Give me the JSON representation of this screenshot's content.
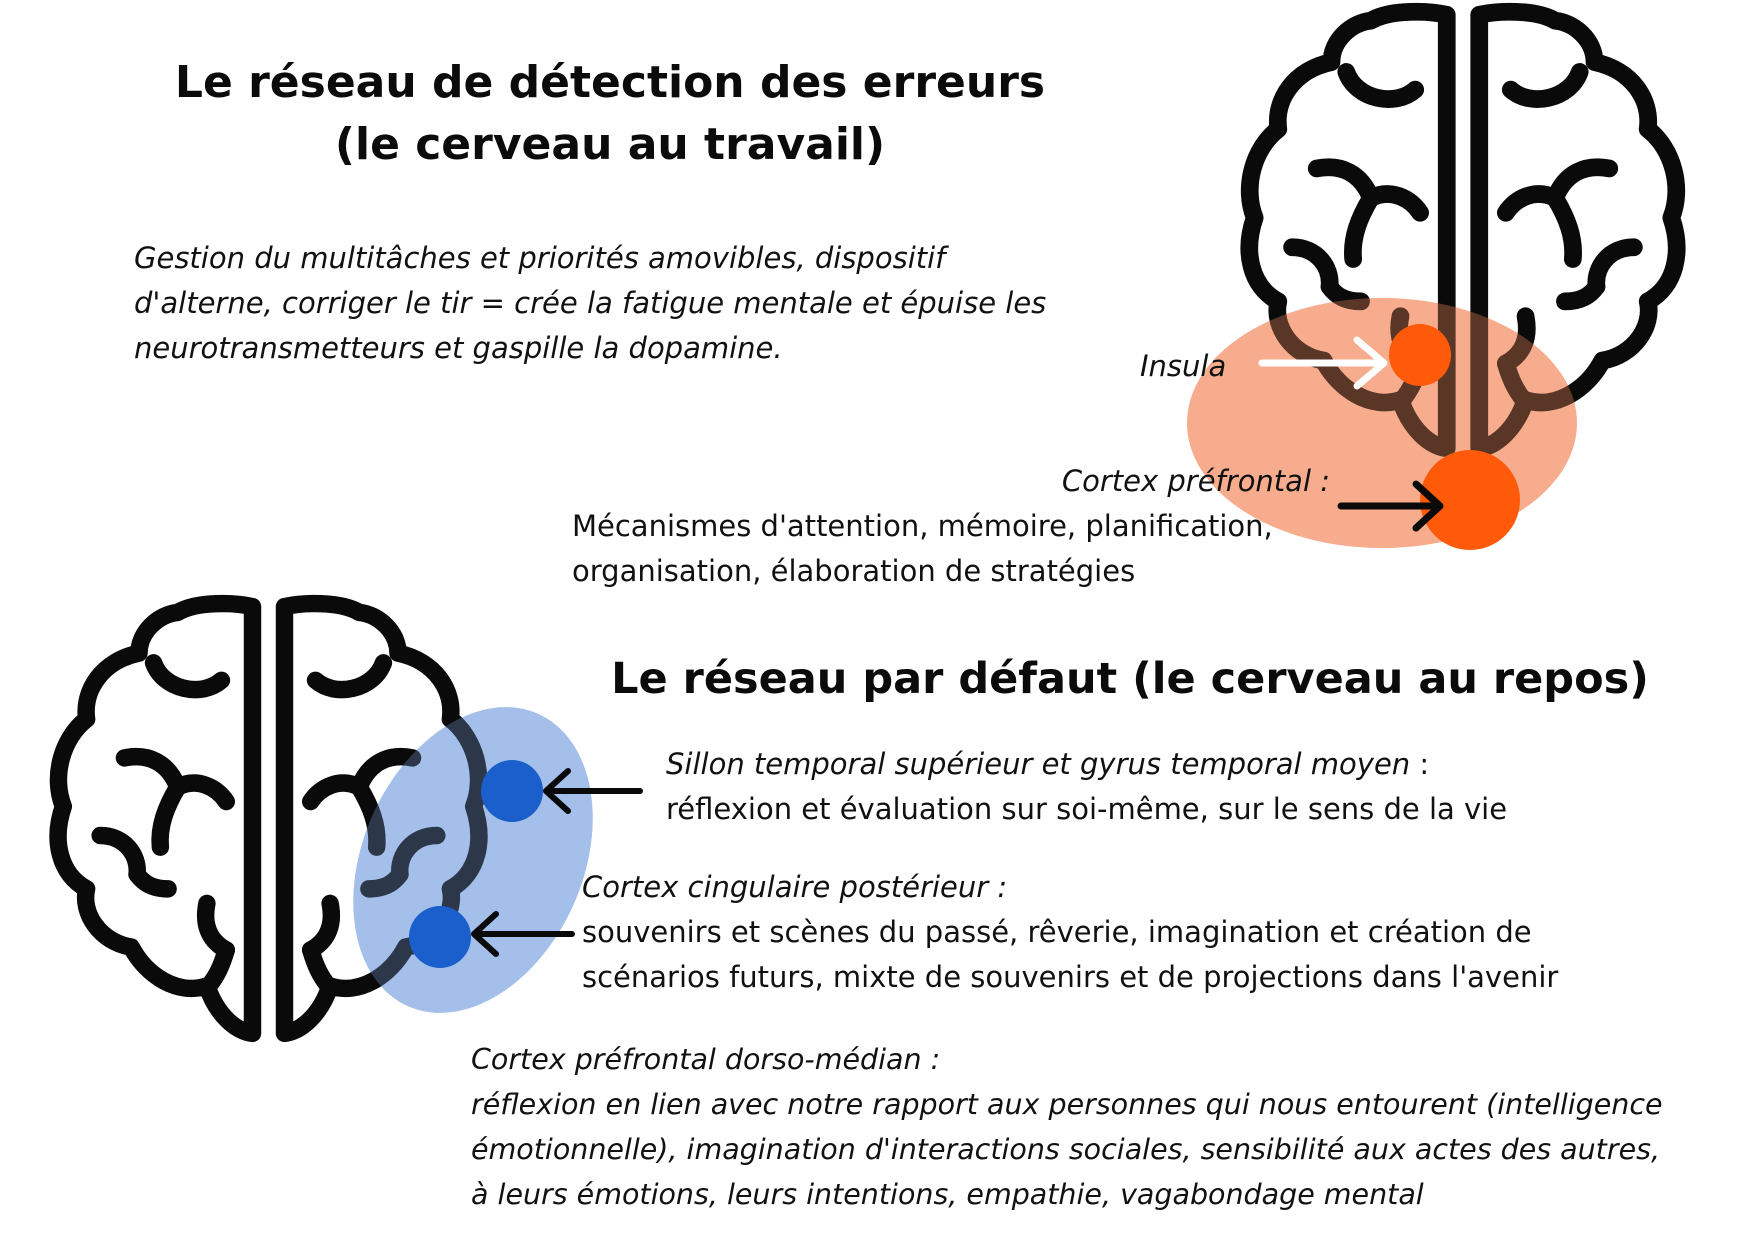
{
  "error_network": {
    "title_line1": "Le réseau de détection des erreurs",
    "title_line2": "(le cerveau au travail)",
    "description": "Gestion du multitâches et priorités amovibles, dispositif d'alterne, corriger le tir = crée la fatigue mentale et épuise les neurotransmetteurs et gaspille la dopamine.",
    "insula_label": "Insula",
    "pfc_label": "Cortex préfrontal :",
    "pfc_text_line1": "Mécanismes d'attention, mémoire, planification,",
    "pfc_text_line2": "organisation, élaboration de stratégies",
    "highlight_color": "#f9bfa6",
    "dot_color": "#ff5a0a"
  },
  "default_network": {
    "title": "Le réseau par défaut (le cerveau au repos)",
    "sts_label": "Sillon temporal supérieur et gyrus temporal moyen",
    "sts_colon": " :",
    "sts_text": "réflexion et évaluation sur soi-même, sur le sens de la vie",
    "pcc_label": "Cortex cingulaire postérieur :",
    "pcc_text_line1": "souvenirs et scènes du passé, rêverie, imagination et création de",
    "pcc_text_line2": "scénarios futurs, mixte de souvenirs et de projections dans l'avenir",
    "dmpfc_label": "Cortex préfrontal dorso-médian :",
    "dmpfc_text_line1": "réflexion en lien avec notre rapport aux personnes qui nous entourent (intelligence",
    "dmpfc_text_line2": "émotionnelle), imagination d'interactions sociales, sensibilité aux actes des autres,",
    "dmpfc_text_line3": "à leurs émotions, leurs intentions, empathie, vagabondage mental",
    "highlight_color": "#b3cbee",
    "dot_color": "#1a5fcc"
  },
  "icons": [
    "brain-icon",
    "arrow-icon"
  ]
}
